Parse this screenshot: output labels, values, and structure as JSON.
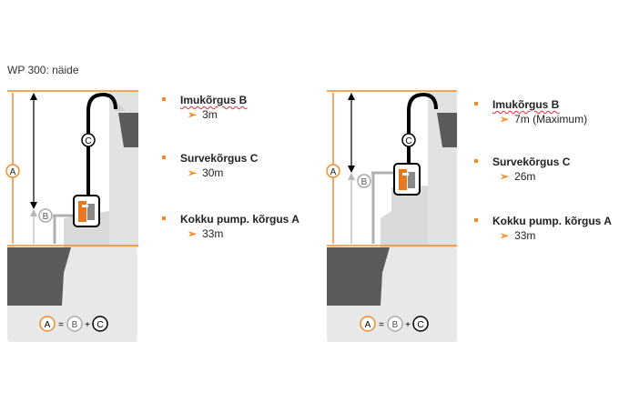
{
  "title": "WP 300: näide",
  "colors": {
    "accent": "#f28c28",
    "ground": "#5a5a5a",
    "panel": "#e8e8e8",
    "wall": "#d9d9d9",
    "grey_line": "#b0b0b0"
  },
  "legend_letters": {
    "a": "A",
    "b": "B",
    "c": "C"
  },
  "formula": {
    "eq": "=",
    "plus": "+"
  },
  "examples": [
    {
      "items": [
        {
          "label": "Imukõrgus B",
          "value": "3m"
        },
        {
          "label": "Survekõrgus  C",
          "value": "30m"
        },
        {
          "label": "Kokku pump. kõrgus A",
          "value": "33m"
        }
      ]
    },
    {
      "items": [
        {
          "label": "Imukõrgus B",
          "value": "7m (Maximum)"
        },
        {
          "label": "Survekõrgus  C",
          "value": "26m"
        },
        {
          "label": "Kokku pump. kõrgus A",
          "value": "33m"
        }
      ]
    }
  ]
}
